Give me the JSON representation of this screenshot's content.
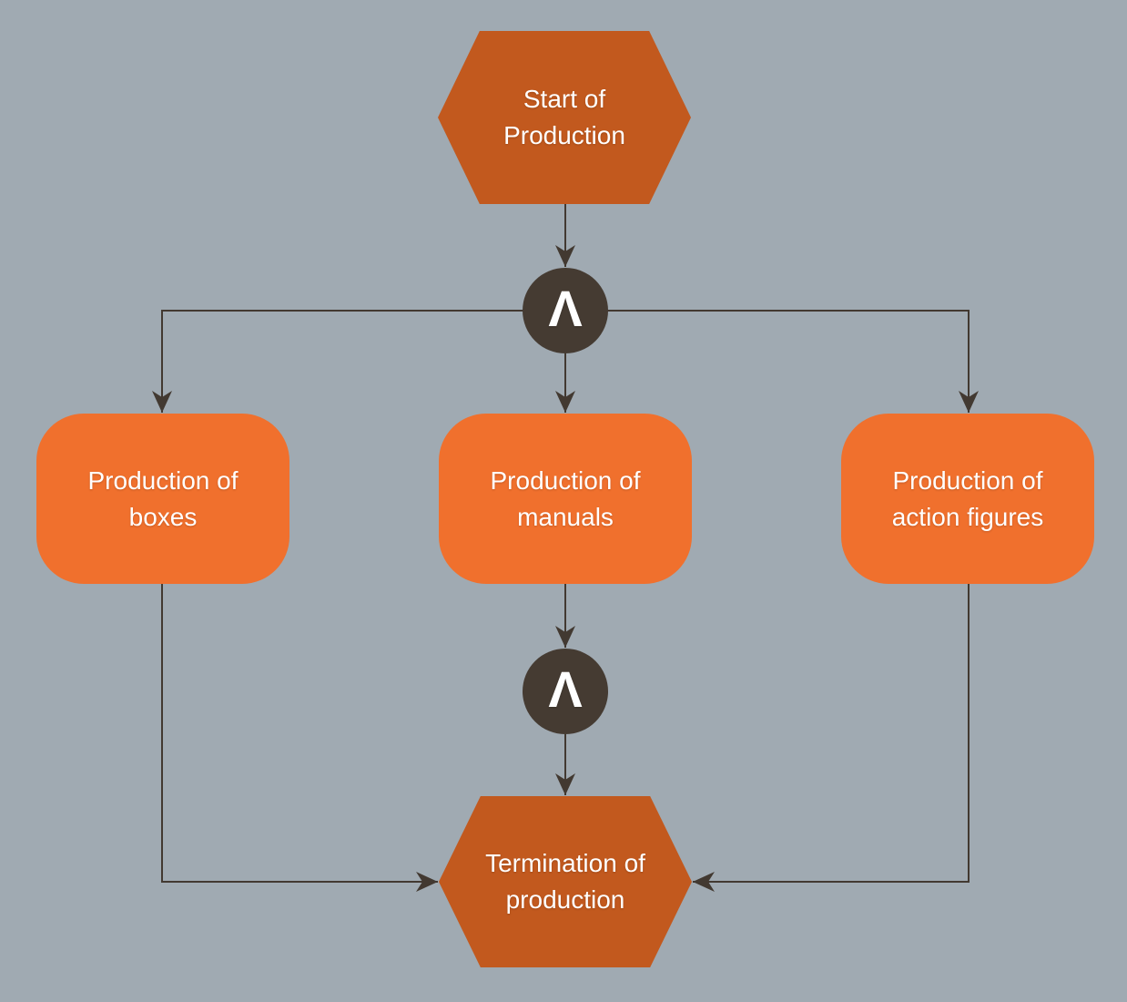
{
  "colors": {
    "background": "#A0AAB2",
    "hexagon_fill": "#C2591E",
    "process_fill": "#F0702D",
    "junction_fill": "#453B32",
    "connector": "#423931",
    "text": "#FFFFFF"
  },
  "nodes": {
    "start": {
      "label": "Start of Production",
      "shape": "hexagon"
    },
    "and_top": {
      "symbol": "Λ",
      "shape": "circle",
      "meaning": "and-junction"
    },
    "boxes": {
      "label": "Production of boxes",
      "shape": "rounded-rectangle"
    },
    "manuals": {
      "label": "Production of manuals",
      "shape": "rounded-rectangle"
    },
    "action_figures": {
      "label": "Production of action figures",
      "shape": "rounded-rectangle"
    },
    "and_bottom": {
      "symbol": "Λ",
      "shape": "circle",
      "meaning": "and-junction"
    },
    "end": {
      "label": "Termination of production",
      "shape": "hexagon"
    }
  },
  "edges": [
    {
      "from": "start",
      "to": "and_top"
    },
    {
      "from": "and_top",
      "to": "boxes"
    },
    {
      "from": "and_top",
      "to": "manuals"
    },
    {
      "from": "and_top",
      "to": "action_figures"
    },
    {
      "from": "manuals",
      "to": "and_bottom"
    },
    {
      "from": "and_bottom",
      "to": "end"
    },
    {
      "from": "boxes",
      "to": "end"
    },
    {
      "from": "action_figures",
      "to": "end"
    }
  ]
}
